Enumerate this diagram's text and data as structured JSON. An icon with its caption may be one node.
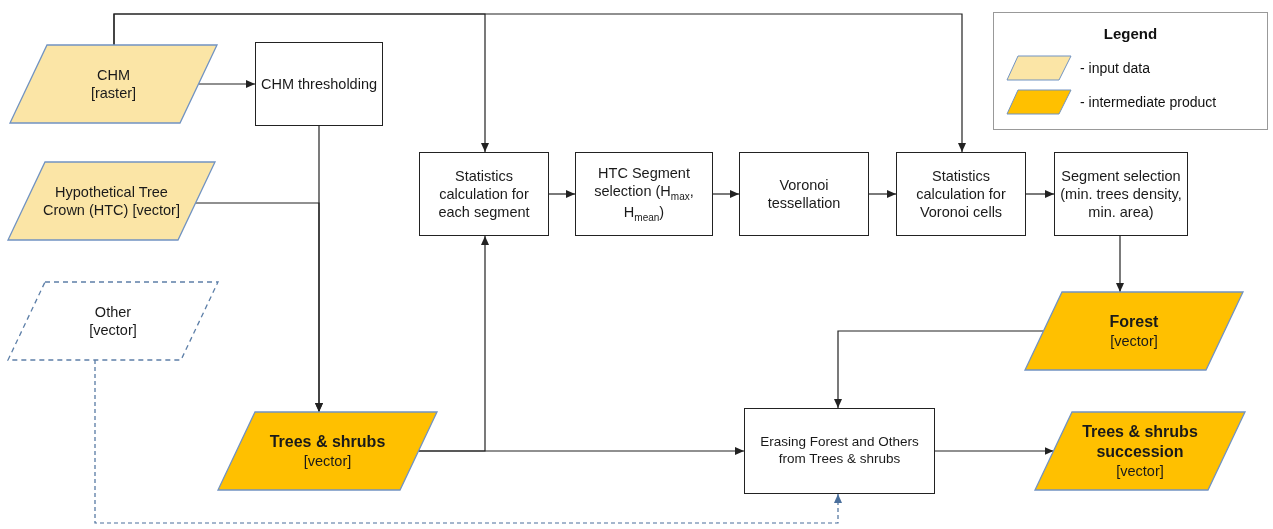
{
  "diagram": {
    "nodes": [
      {
        "text": [
          "CHM",
          "[raster]"
        ]
      },
      {
        "text": [
          "Hypothetical Tree Crown (HTC) [vector]"
        ]
      },
      {
        "text": [
          "Other",
          "[vector]"
        ]
      },
      {
        "text": [
          "CHM thresholding"
        ]
      },
      {
        "text": [
          "Statistics calculation for each segment"
        ]
      },
      {
        "text": [
          "HTC Segment selection (H$_{max}$, H$_{mean}$)"
        ]
      },
      {
        "text": [
          "Voronoi tessellation"
        ]
      },
      {
        "text": [
          "Statistics calculation for Voronoi cells"
        ]
      },
      {
        "text": [
          "Segment selection (min. trees density, min. area)"
        ]
      },
      {
        "text": [
          "Forest",
          "[vector]"
        ]
      },
      {
        "text": [
          "Trees & shrubs",
          "[vector]"
        ]
      },
      {
        "text": [
          "Erasing Forest and Others from Trees & shrubs"
        ]
      },
      {
        "text": [
          "Trees & shrubs succession",
          "[vector]"
        ]
      }
    ],
    "edges": [
      {
        "from": 0,
        "to": 3,
        "arrow": "to"
      },
      {
        "from": 0,
        "to": 4,
        "arrow": "to"
      },
      {
        "from": 0,
        "to": 7,
        "arrow": "to"
      },
      {
        "from": 3,
        "to": 10,
        "arrow": "to"
      },
      {
        "from": 1,
        "to": 10,
        "arrow": "to"
      },
      {
        "from": 10,
        "to": 11,
        "arrow": "to"
      },
      {
        "from": 10,
        "to": 4,
        "arrow": "to"
      },
      {
        "from": 4,
        "to": 5,
        "arrow": "to"
      },
      {
        "from": 5,
        "to": 6,
        "arrow": "to"
      },
      {
        "from": 6,
        "to": 7,
        "arrow": "to"
      },
      {
        "from": 7,
        "to": 8,
        "arrow": "to"
      },
      {
        "from": 8,
        "to": 9,
        "arrow": "to"
      },
      {
        "from": 9,
        "to": 11,
        "arrow": "to"
      },
      {
        "from": 11,
        "to": 12,
        "arrow": "to"
      },
      {
        "from": 2,
        "to": 11,
        "arrow": "to",
        "style": "dashed",
        "color": "#4a6f9c"
      }
    ],
    "labels": [
      "Legend"
    ],
    "legend": [
      {
        "text": "- input data",
        "color": "#fbe5a6"
      },
      {
        "text": "- intermediate product",
        "color": "#ffc000"
      }
    ]
  }
}
